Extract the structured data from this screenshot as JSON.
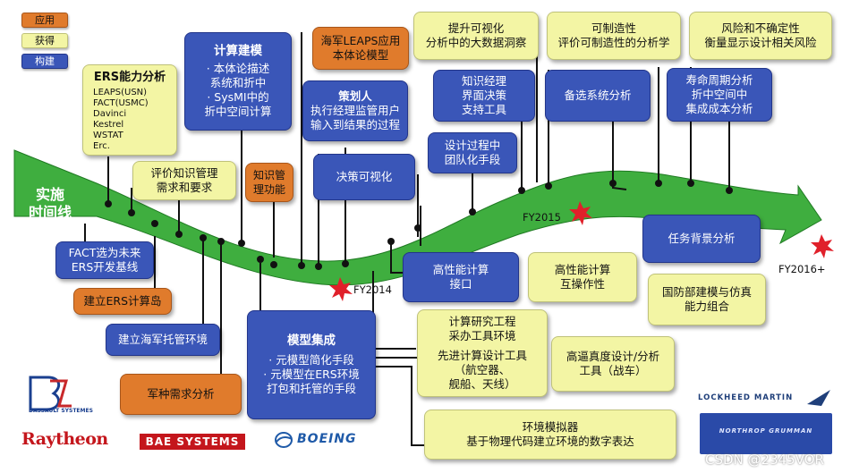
{
  "colors": {
    "blue": "#3a56b8",
    "yellow": "#f3f5a4",
    "orange": "#e07b2c",
    "arrow": "#3fae3f",
    "star": "#e0202a"
  },
  "legend": [
    {
      "label": "应用",
      "color": "orange"
    },
    {
      "label": "获得",
      "color": "yellow"
    },
    {
      "label": "构建",
      "color": "blue"
    }
  ],
  "arrow_label": [
    "实施",
    "时间线"
  ],
  "milestones": [
    "FY2014",
    "FY2015",
    "FY2016+"
  ],
  "boxes": {
    "ers": {
      "title": "ERS能力分析",
      "items": [
        "LEAPS(USN)",
        "FACT(USMC)",
        "Davinci",
        "Kestrel",
        "WSTAT",
        "Erc."
      ]
    },
    "compute_model": {
      "title": "计算建模",
      "items": [
        "· 本体论描述",
        "系统和折中",
        "· SysMI中的",
        "折中空间计算"
      ]
    },
    "leaps": [
      "海军LEAPS应用",
      "本体论模型"
    ],
    "planner": [
      "策划人",
      "执行经理监管用户",
      "输入到结果的过程"
    ],
    "viz": [
      "提升可视化",
      "分析中的大数据洞察"
    ],
    "control": [
      "可制造性",
      "评价可制造性的分析学"
    ],
    "risk": [
      "风险和不确定性",
      "衡量显示设计相关风险"
    ],
    "knowledge": [
      "知识经理",
      "界面决策",
      "支持工具"
    ],
    "alt": [
      "备选系统分析"
    ],
    "lifecycle": [
      "寿命周期分析",
      "折中空间中",
      "集成成本分析"
    ],
    "eval_km": [
      "评价知识管理",
      "需求和要求"
    ],
    "km_func": [
      "知识管",
      "理功能"
    ],
    "decision_viz": [
      "决策可视化"
    ],
    "design_team": [
      "设计过程中",
      "团队化手段"
    ],
    "fact": [
      "FACT选为未来",
      "ERS开发基线"
    ],
    "ers_island": [
      "建立ERS计算岛"
    ],
    "navy_env": [
      "建立海军托管环境"
    ],
    "service_req": [
      "军种需求分析"
    ],
    "model_int": {
      "title": "模型集成",
      "items": [
        "· 元模型简化手段",
        "· 元模型在ERS环境",
        "打包和托管的手段"
      ]
    },
    "hpc_if": [
      "高性能计算",
      "接口"
    ],
    "hpc_inter": [
      "高性能计算",
      "互操作性"
    ],
    "mission": [
      "任务背景分析"
    ],
    "dod": [
      "国防部建模与仿真",
      "能力组合"
    ],
    "research": [
      "计算研究工程",
      "采办工具环境",
      "先进计算设计工具",
      "（航空器、",
      "舰船、天线）"
    ],
    "hifi": [
      "高逼真度设计/分析",
      "工具（战车）"
    ],
    "env_sim": [
      "环境模拟器",
      "基于物理代码建立环境的数字表达"
    ]
  },
  "logos": {
    "dassault": "DASSAULT SYSTEMES",
    "raytheon": "Raytheon",
    "bae": "BAE SYSTEMS",
    "boeing": "BOEING",
    "lockheed": "LOCKHEED MARTIN",
    "northrop": "NORTHROP GRUMMAN"
  },
  "watermark": "CSDN @2345VOR"
}
